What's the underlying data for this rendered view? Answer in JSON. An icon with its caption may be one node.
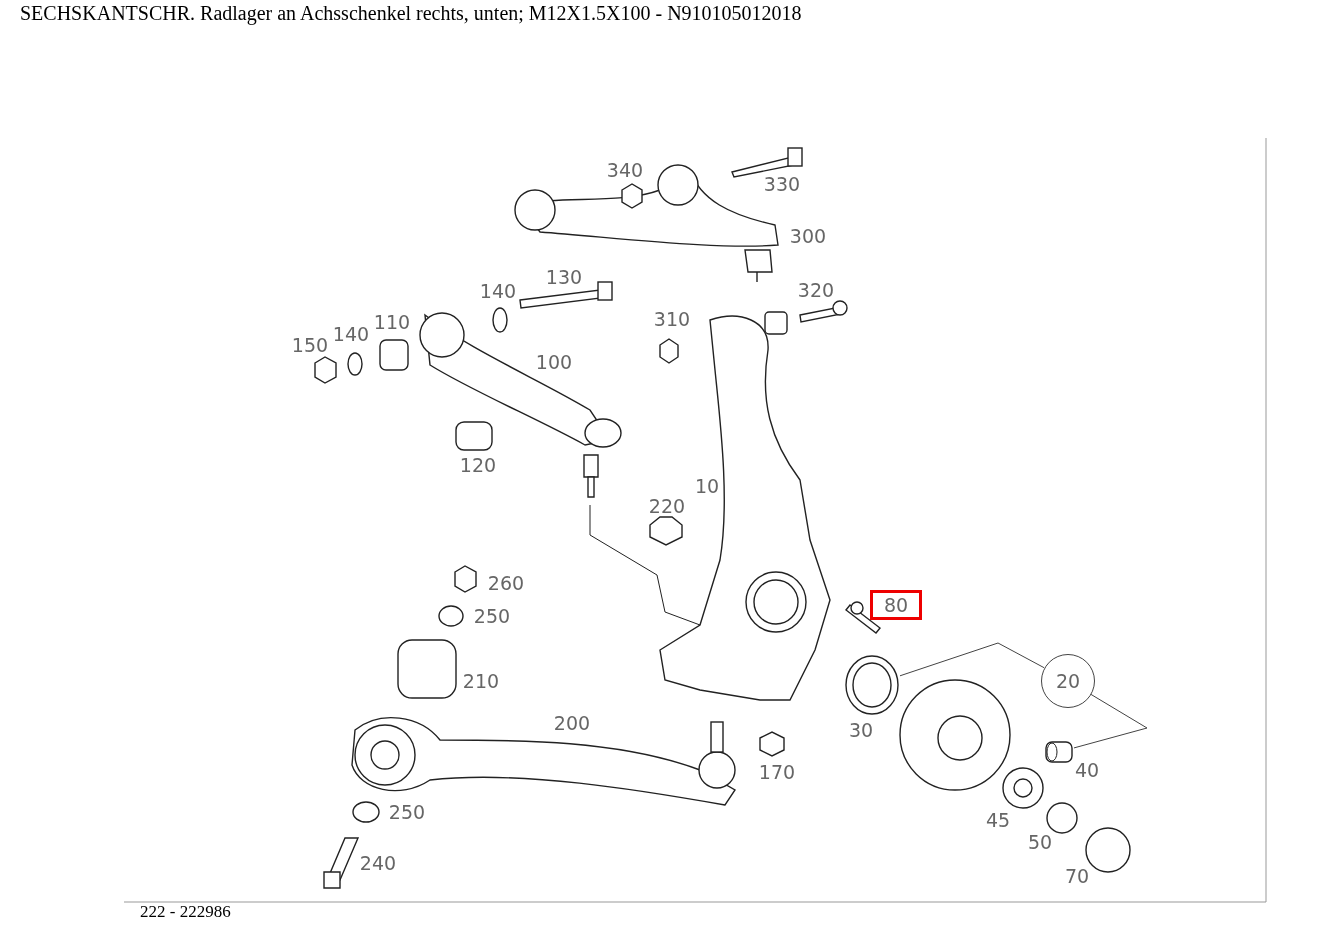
{
  "diagram": {
    "title": "SECHSKANTSCHR. Radlager an Achsschenkel rechts, unten; M12X1.5X100 - N910105012018",
    "caption": "222 - 222986",
    "nodes": [
      {
        "text": [
          "20"
        ]
      },
      {
        "text": [],
        "shape": "picture"
      },
      {
        "text": [],
        "shape": "picture"
      },
      {
        "text": [
          "80"
        ]
      }
    ],
    "edges": [
      {
        "from": 0,
        "to": 1,
        "arrow": "none"
      },
      {
        "from": 0,
        "to": 2,
        "arrow": "none"
      }
    ],
    "labels": [
      "340",
      "330",
      "300",
      "320",
      "130",
      "140",
      "310",
      "150",
      "140",
      "110",
      "100",
      "120",
      "10",
      "220",
      "260",
      "250",
      "210",
      "200",
      "30",
      "170",
      "40",
      "45",
      "50",
      "250",
      "240",
      "70"
    ]
  }
}
